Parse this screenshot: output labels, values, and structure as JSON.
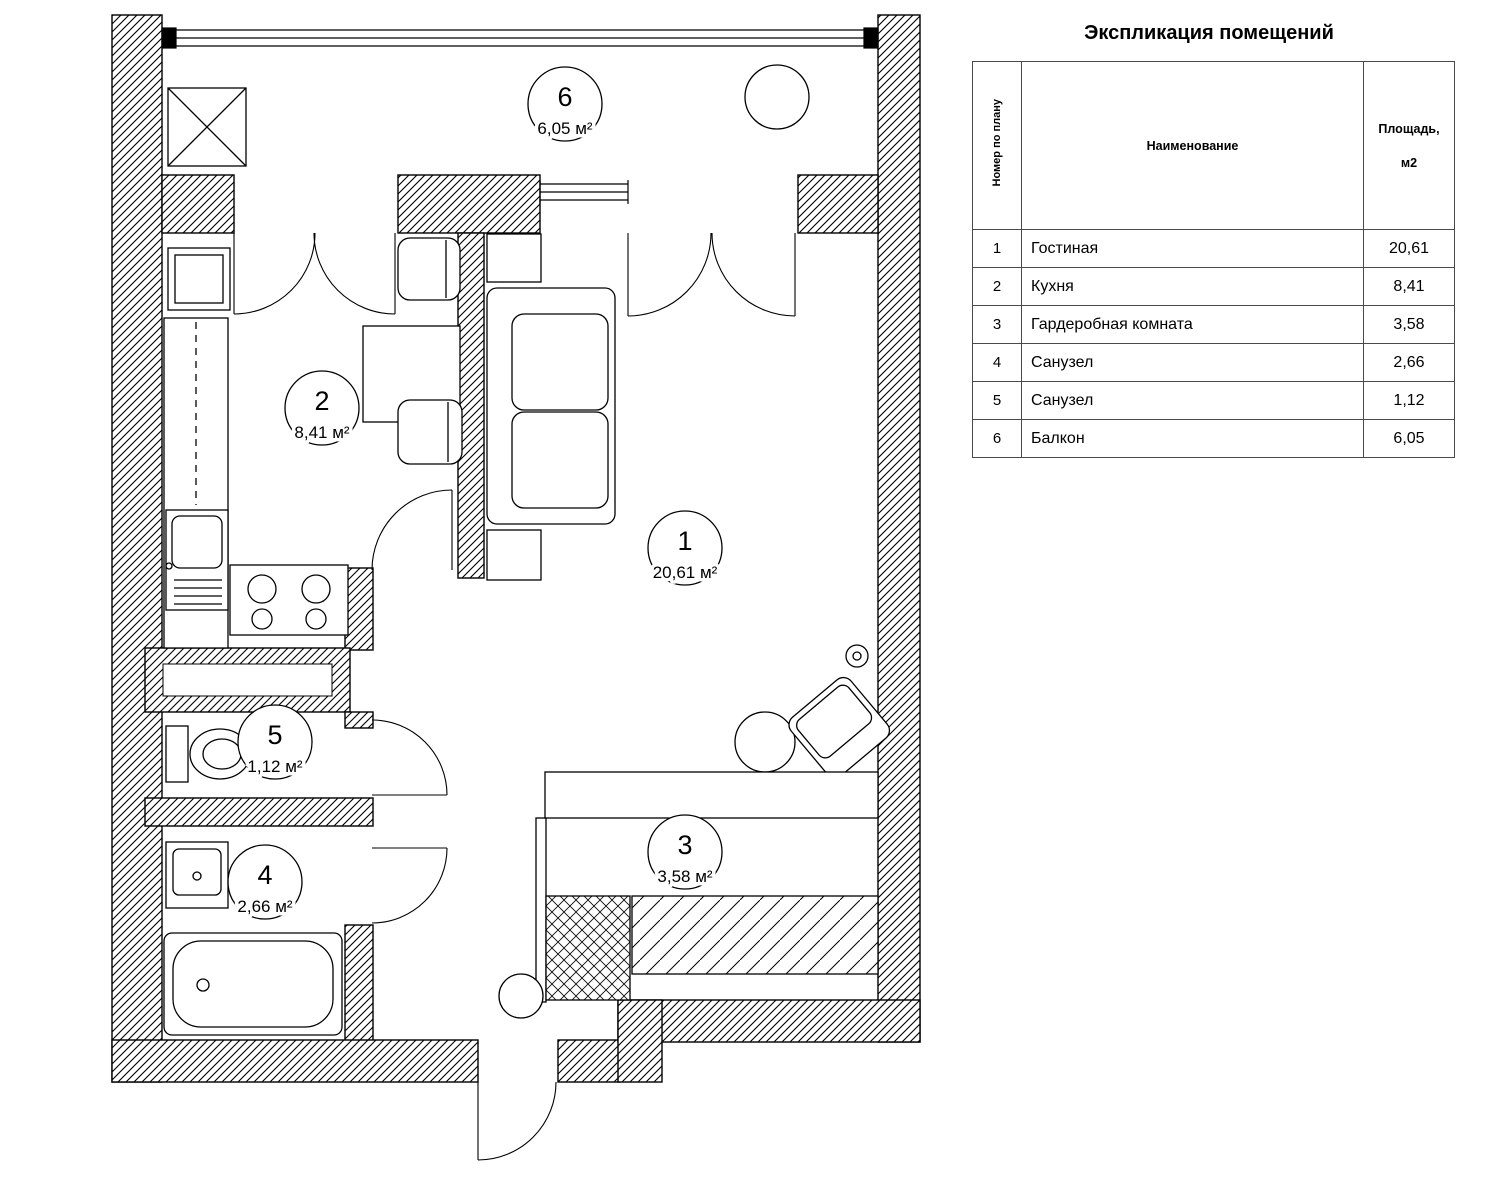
{
  "legend": {
    "title": "Экспликация помещений",
    "col_num": "Номер по плану",
    "col_name": "Наименование",
    "col_area_1": "Площадь,",
    "col_area_2": "м2",
    "rows": [
      {
        "num": "1",
        "name": "Гостиная",
        "area": "20,61"
      },
      {
        "num": "2",
        "name": "Кухня",
        "area": "8,41"
      },
      {
        "num": "3",
        "name": "Гардеробная комната",
        "area": "3,58"
      },
      {
        "num": "4",
        "name": "Санузел",
        "area": "2,66"
      },
      {
        "num": "5",
        "name": "Санузел",
        "area": "1,12"
      },
      {
        "num": "6",
        "name": "Балкон",
        "area": "6,05"
      }
    ]
  },
  "plan": {
    "labels": [
      {
        "num": "1",
        "area": "20,61 м²"
      },
      {
        "num": "2",
        "area": "8,41 м²"
      },
      {
        "num": "3",
        "area": "3,58 м²"
      },
      {
        "num": "4",
        "area": "2,66 м²"
      },
      {
        "num": "5",
        "area": "1,12 м²"
      },
      {
        "num": "6",
        "area": "6,05 м²"
      }
    ]
  }
}
